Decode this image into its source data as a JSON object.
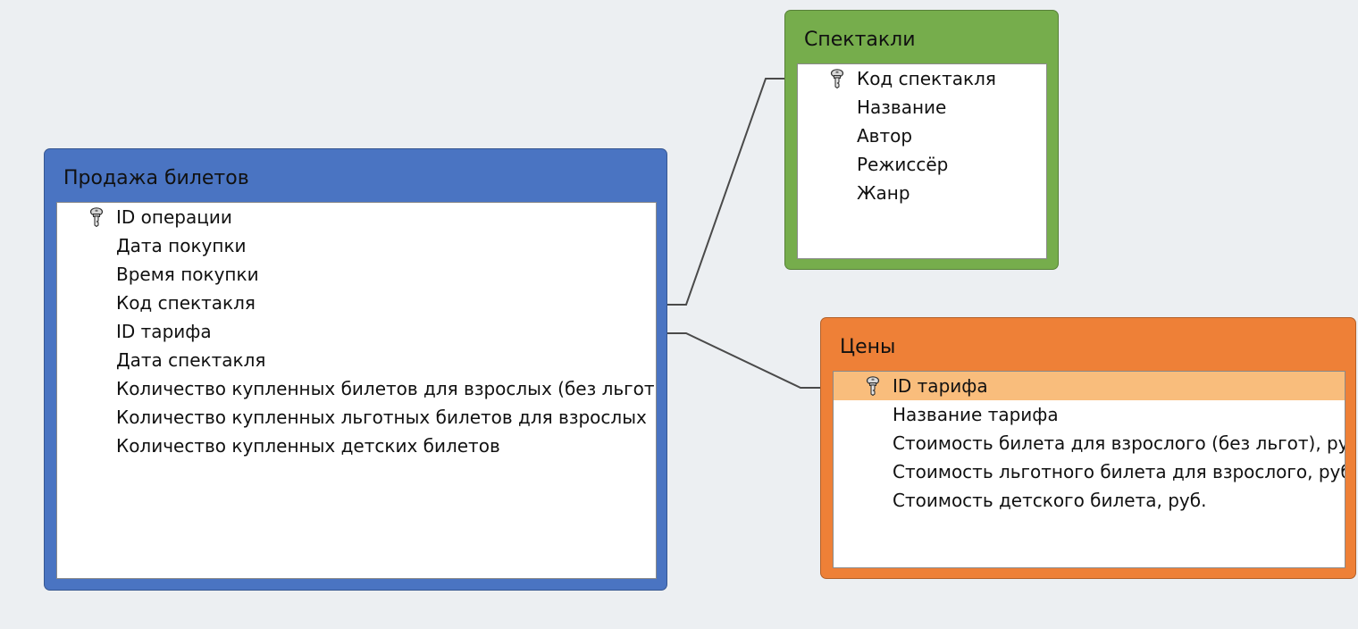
{
  "colors": {
    "background": "#eceff2",
    "sales_header": "#4a74c2",
    "plays_header": "#76ad4c",
    "prices_header": "#ee8037",
    "selected_row": "#f9bd7c",
    "link_line": "#4a4a4a"
  },
  "tables": {
    "sales": {
      "title": "Продажа билетов",
      "fields": [
        {
          "name": "ID операции",
          "primary_key": true
        },
        {
          "name": "Дата покупки"
        },
        {
          "name": "Время покупки"
        },
        {
          "name": "Код спектакля"
        },
        {
          "name": "ID тарифа"
        },
        {
          "name": "Дата спектакля"
        },
        {
          "name": "Количество купленных билетов для взрослых (без льгот)"
        },
        {
          "name": "Количество купленных льготных билетов для взрослых"
        },
        {
          "name": "Количество купленных детских билетов"
        }
      ]
    },
    "plays": {
      "title": "Спектакли",
      "fields": [
        {
          "name": "Код спектакля",
          "primary_key": true
        },
        {
          "name": "Название"
        },
        {
          "name": "Автор"
        },
        {
          "name": "Режиссёр"
        },
        {
          "name": "Жанр"
        }
      ]
    },
    "prices": {
      "title": "Цены",
      "fields": [
        {
          "name": "ID тарифа",
          "primary_key": true,
          "selected": true
        },
        {
          "name": "Название тарифа"
        },
        {
          "name": "Стоимость билета для взрослого (без льгот), руб."
        },
        {
          "name": "Стоимость льготного билета для взрослого, руб."
        },
        {
          "name": "Стоимость детского билета, руб."
        }
      ]
    }
  },
  "relationships": [
    {
      "from_table": "sales",
      "from_field": "Код спектакля",
      "to_table": "plays",
      "to_field": "Код спектакля"
    },
    {
      "from_table": "sales",
      "from_field": "ID тарифа",
      "to_table": "prices",
      "to_field": "ID тарифа"
    }
  ]
}
